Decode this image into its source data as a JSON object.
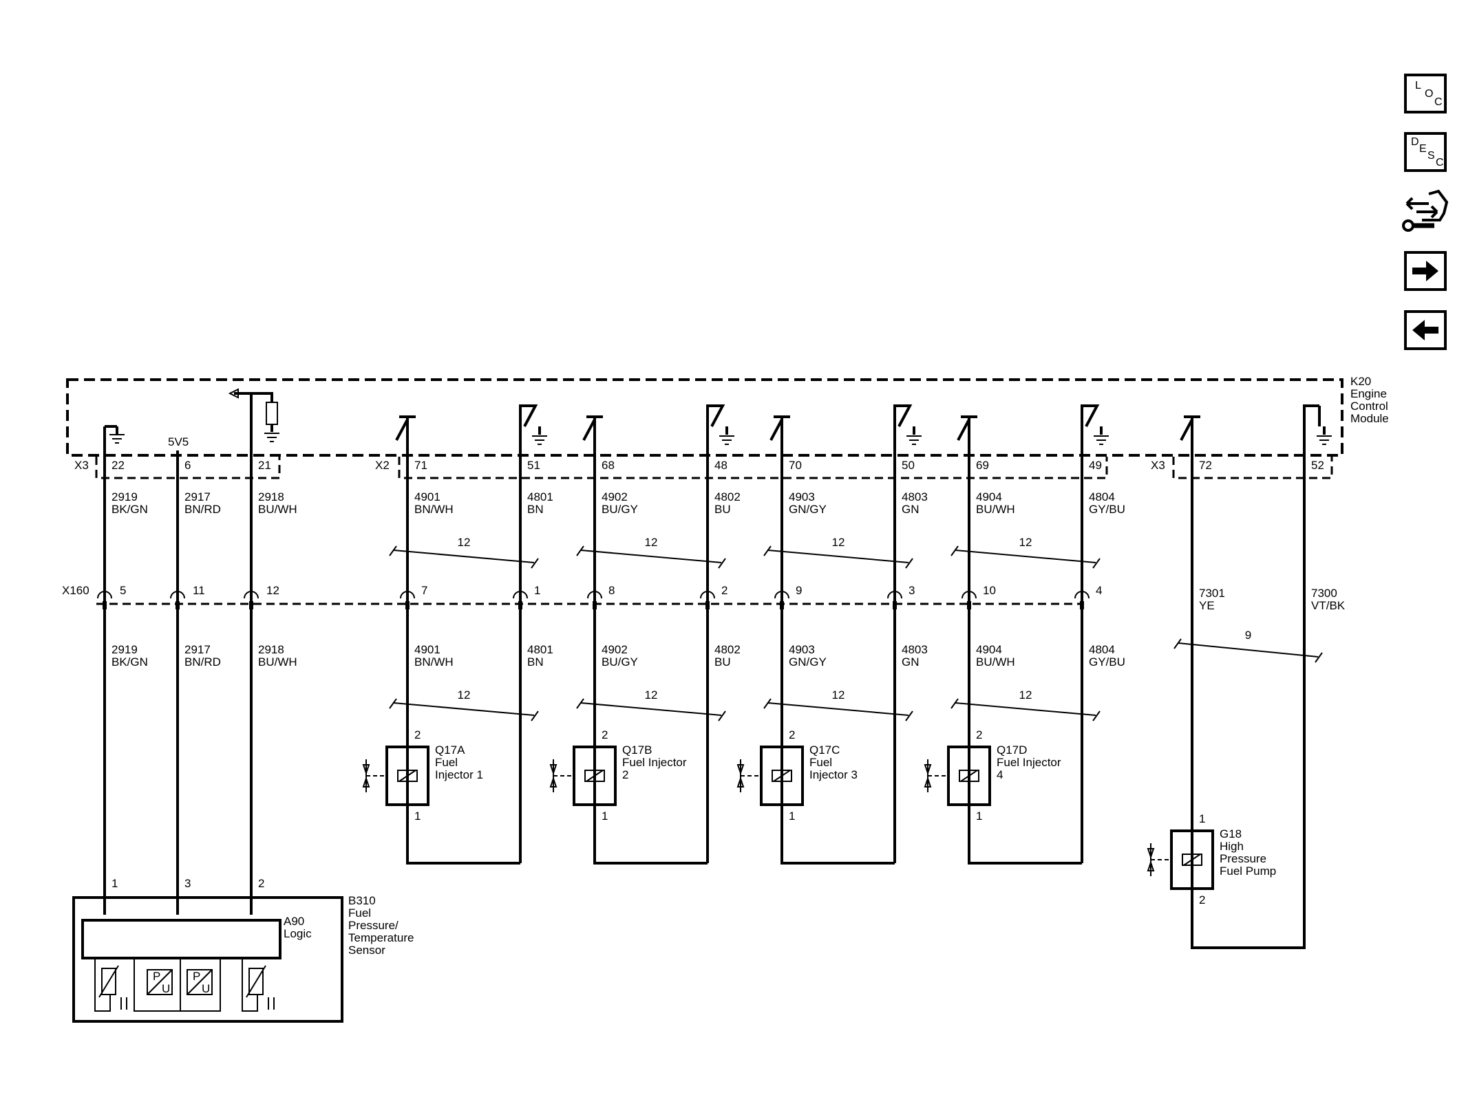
{
  "module": {
    "id": "K20",
    "name": "Engine\nControl\nModule"
  },
  "nav": {
    "loc": "LOC",
    "desc": "DESC"
  },
  "labels": {
    "x3": "X3",
    "x2": "X2",
    "x3b": "X3",
    "x160": "X160",
    "v55": "5V5"
  },
  "sensor_wires": [
    {
      "pin": "22",
      "circuit": "2919",
      "color": "BK/GN",
      "inline": "5",
      "sensor_pin": "1"
    },
    {
      "pin": "6",
      "circuit": "2917",
      "color": "BN/RD",
      "inline": "11",
      "sensor_pin": "3"
    },
    {
      "pin": "21",
      "circuit": "2918",
      "color": "BU/WH",
      "inline": "12",
      "sensor_pin": "2"
    }
  ],
  "injectors": [
    {
      "id": "Q17A",
      "name": "Fuel\nInjector 1",
      "hs_pin": "71",
      "hs_circuit": "4901",
      "hs_color": "BN/WH",
      "hs_inline": "7",
      "ls_pin": "51",
      "ls_circuit": "4801",
      "ls_color": "BN",
      "ls_inline": "1",
      "twist": "12",
      "pin_top": "2",
      "pin_bot": "1"
    },
    {
      "id": "Q17B",
      "name": "Fuel Injector\n2",
      "hs_pin": "68",
      "hs_circuit": "4902",
      "hs_color": "BU/GY",
      "hs_inline": "8",
      "ls_pin": "48",
      "ls_circuit": "4802",
      "ls_color": "BU",
      "ls_inline": "2",
      "twist": "12",
      "pin_top": "2",
      "pin_bot": "1"
    },
    {
      "id": "Q17C",
      "name": "Fuel\nInjector 3",
      "hs_pin": "70",
      "hs_circuit": "4903",
      "hs_color": "GN/GY",
      "hs_inline": "9",
      "ls_pin": "50",
      "ls_circuit": "4803",
      "ls_color": "GN",
      "ls_inline": "3",
      "twist": "12",
      "pin_top": "2",
      "pin_bot": "1"
    },
    {
      "id": "Q17D",
      "name": "Fuel Injector\n4",
      "hs_pin": "69",
      "hs_circuit": "4904",
      "hs_color": "BU/WH",
      "hs_inline": "10",
      "ls_pin": "49",
      "ls_circuit": "4804",
      "ls_color": "GY/BU",
      "ls_inline": "4",
      "twist": "12",
      "pin_top": "2",
      "pin_bot": "1"
    }
  ],
  "pump": {
    "id": "G18",
    "name": "High\nPressure\nFuel Pump",
    "hs_pin": "72",
    "hs_circuit": "7301",
    "hs_color": "YE",
    "ls_pin": "52",
    "ls_circuit": "7300",
    "ls_color": "VT/BK",
    "twist": "9",
    "pin_top": "1",
    "pin_bot": "2"
  },
  "sensor": {
    "id": "B310",
    "name": "Fuel\nPressure/\nTemperature\nSensor",
    "logic_id": "A90",
    "logic_name": "Logic",
    "pu_letters": [
      "P",
      "U"
    ]
  }
}
